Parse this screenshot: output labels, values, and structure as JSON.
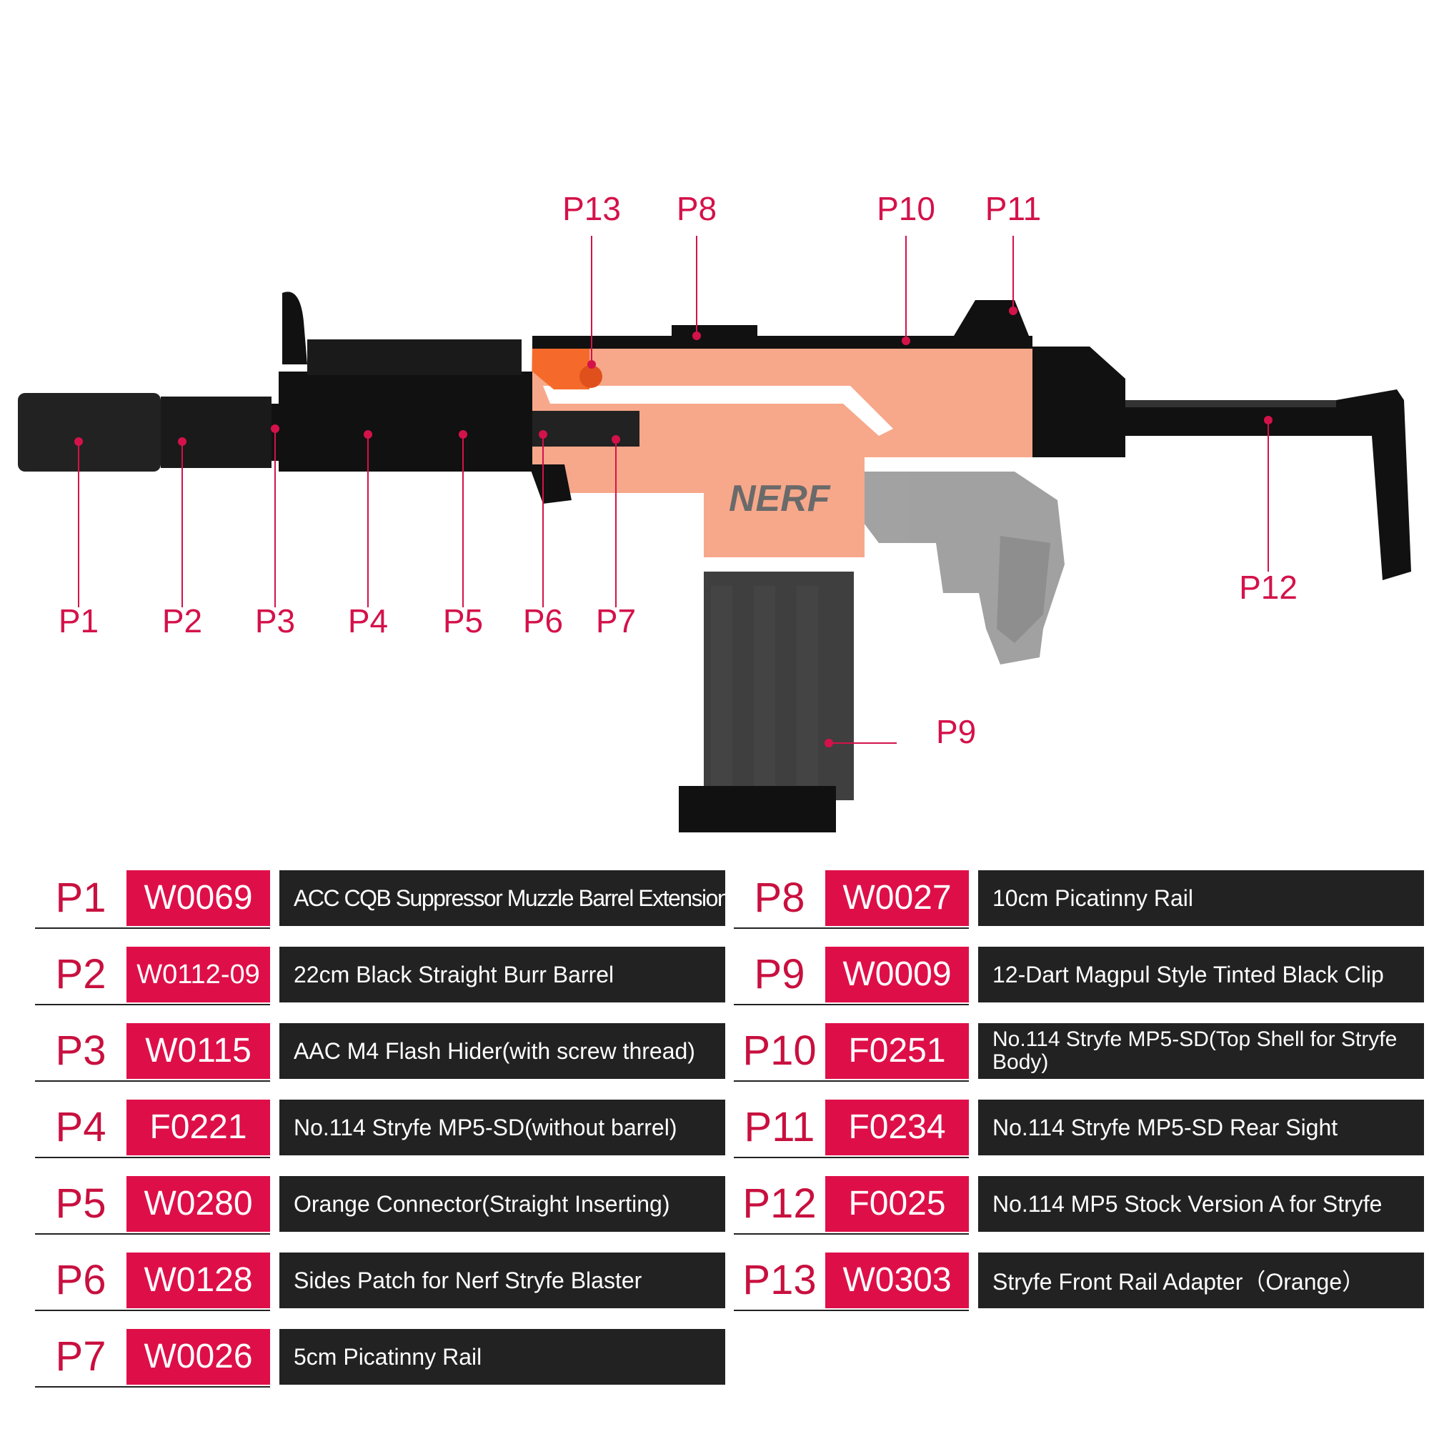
{
  "callouts": [
    {
      "id": "P1",
      "label": "P1"
    },
    {
      "id": "P2",
      "label": "P2"
    },
    {
      "id": "P3",
      "label": "P3"
    },
    {
      "id": "P4",
      "label": "P4"
    },
    {
      "id": "P5",
      "label": "P5"
    },
    {
      "id": "P6",
      "label": "P6"
    },
    {
      "id": "P7",
      "label": "P7"
    },
    {
      "id": "P8",
      "label": "P8"
    },
    {
      "id": "P9",
      "label": "P9"
    },
    {
      "id": "P10",
      "label": "P10"
    },
    {
      "id": "P11",
      "label": "P11"
    },
    {
      "id": "P12",
      "label": "P12"
    },
    {
      "id": "P13",
      "label": "P13"
    }
  ],
  "brand_logo_text": "NERF",
  "colors": {
    "accent": "#de0f48",
    "label": "#d4124a",
    "dark": "#222222",
    "orange": "#f7a88a"
  },
  "parts_left": [
    {
      "num": "P1",
      "code": "W0069",
      "desc": "ACC CQB Suppressor Muzzle Barrel Extension"
    },
    {
      "num": "P2",
      "code": "W0112-09",
      "desc": "22cm Black Straight Burr Barrel"
    },
    {
      "num": "P3",
      "code": "W0115",
      "desc": "AAC M4 Flash Hider(with screw thread)"
    },
    {
      "num": "P4",
      "code": "F0221",
      "desc": "No.114 Stryfe MP5-SD(without barrel)"
    },
    {
      "num": "P5",
      "code": "W0280",
      "desc": "Orange Connector(Straight Inserting)"
    },
    {
      "num": "P6",
      "code": "W0128",
      "desc": "Sides Patch for Nerf Stryfe Blaster"
    },
    {
      "num": "P7",
      "code": "W0026",
      "desc": "5cm Picatinny Rail"
    }
  ],
  "parts_right": [
    {
      "num": "P8",
      "code": "W0027",
      "desc": "10cm Picatinny Rail"
    },
    {
      "num": "P9",
      "code": "W0009",
      "desc": "12-Dart Magpul Style Tinted Black Clip"
    },
    {
      "num": "P10",
      "code": "F0251",
      "desc": "No.114 Stryfe MP5-SD(Top Shell for Stryfe Body)"
    },
    {
      "num": "P11",
      "code": "F0234",
      "desc": "No.114 Stryfe MP5-SD Rear Sight"
    },
    {
      "num": "P12",
      "code": "F0025",
      "desc": "No.114 MP5 Stock Version A for Stryfe"
    },
    {
      "num": "P13",
      "code": "W0303",
      "desc": "Stryfe Front Rail Adapter（Orange）"
    }
  ]
}
